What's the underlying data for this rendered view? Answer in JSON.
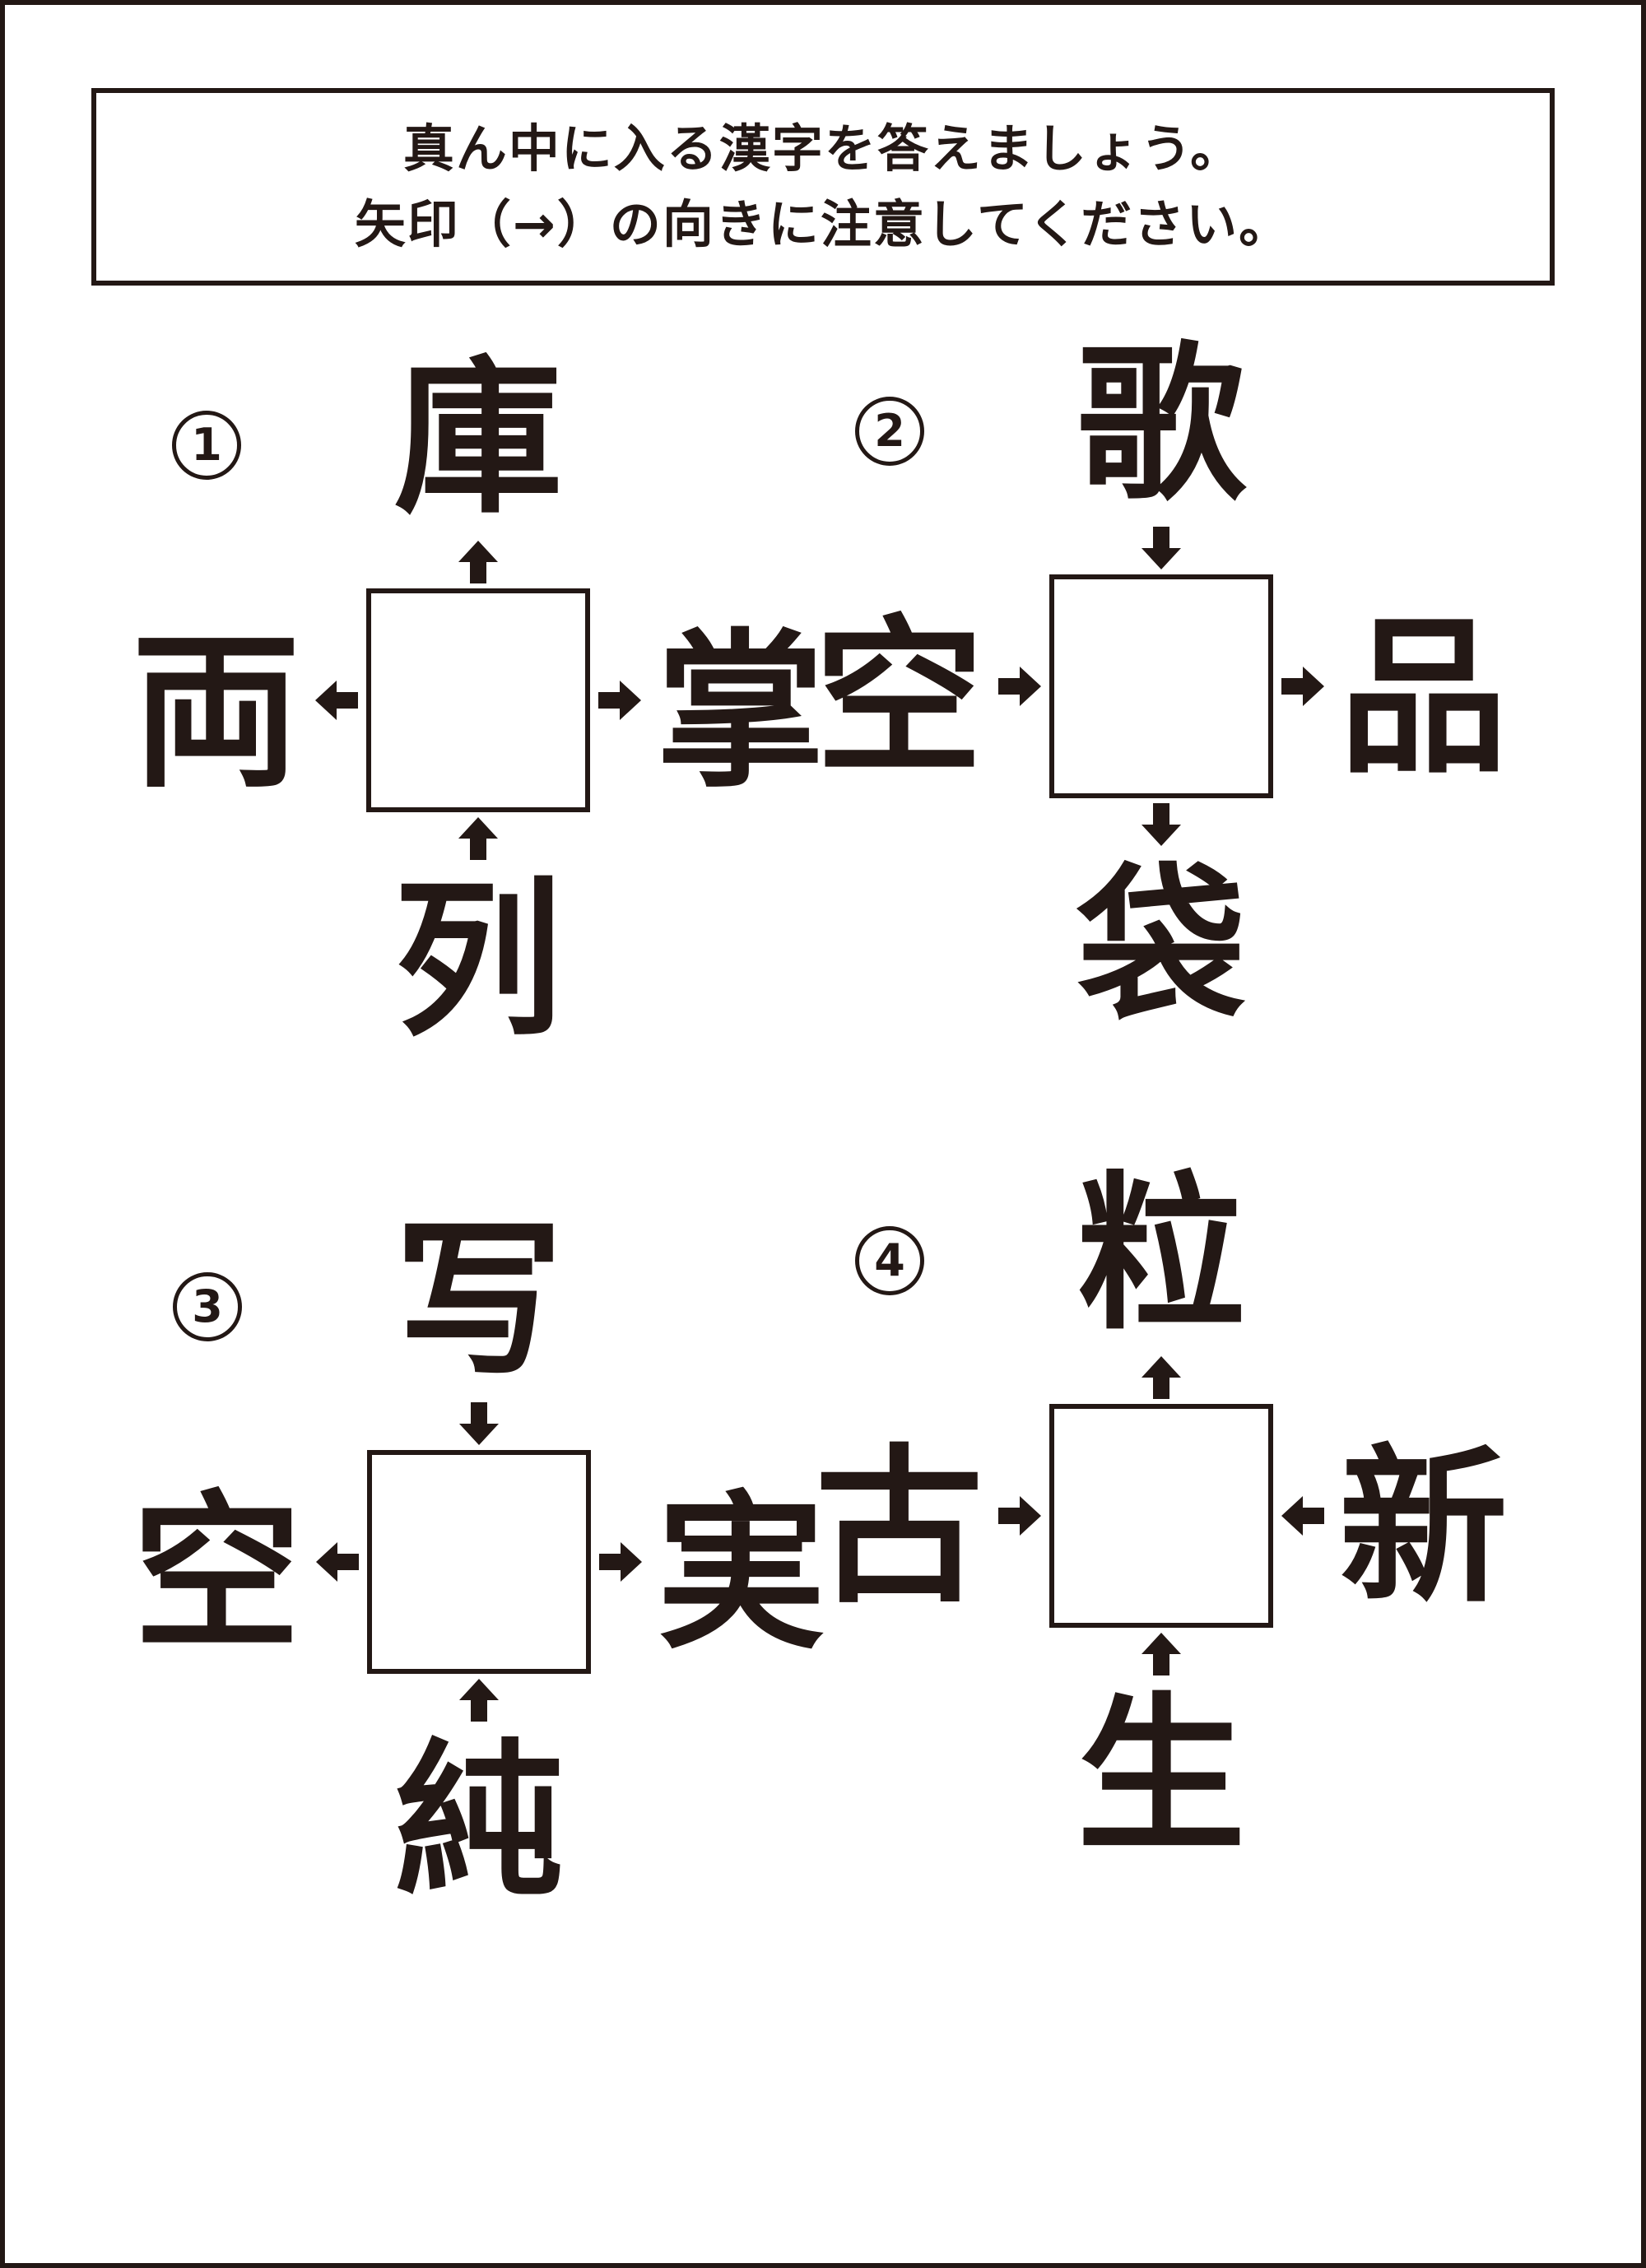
{
  "page": {
    "ink_color": "#231815",
    "background_color": "#ffffff"
  },
  "instructions": {
    "line1": "真ん中に入る漢字を答えましょう。",
    "line2": "矢印（→）の向きに注意してください。"
  },
  "puzzles": [
    {
      "number": "1",
      "top": {
        "kanji": "庫",
        "arrow": "up"
      },
      "left": {
        "kanji": "両",
        "arrow": "left"
      },
      "right": {
        "kanji": "掌",
        "arrow": "right"
      },
      "bottom": {
        "kanji": "列",
        "arrow": "up"
      }
    },
    {
      "number": "2",
      "top": {
        "kanji": "歌",
        "arrow": "down"
      },
      "left": {
        "kanji": "空",
        "arrow": "right"
      },
      "right": {
        "kanji": "品",
        "arrow": "right"
      },
      "bottom": {
        "kanji": "袋",
        "arrow": "down"
      }
    },
    {
      "number": "3",
      "top": {
        "kanji": "写",
        "arrow": "down"
      },
      "left": {
        "kanji": "空",
        "arrow": "left"
      },
      "right": {
        "kanji": "実",
        "arrow": "right"
      },
      "bottom": {
        "kanji": "純",
        "arrow": "up"
      }
    },
    {
      "number": "4",
      "top": {
        "kanji": "粒",
        "arrow": "up"
      },
      "left": {
        "kanji": "古",
        "arrow": "right"
      },
      "right": {
        "kanji": "新",
        "arrow": "left"
      },
      "bottom": {
        "kanji": "生",
        "arrow": "up"
      }
    }
  ]
}
